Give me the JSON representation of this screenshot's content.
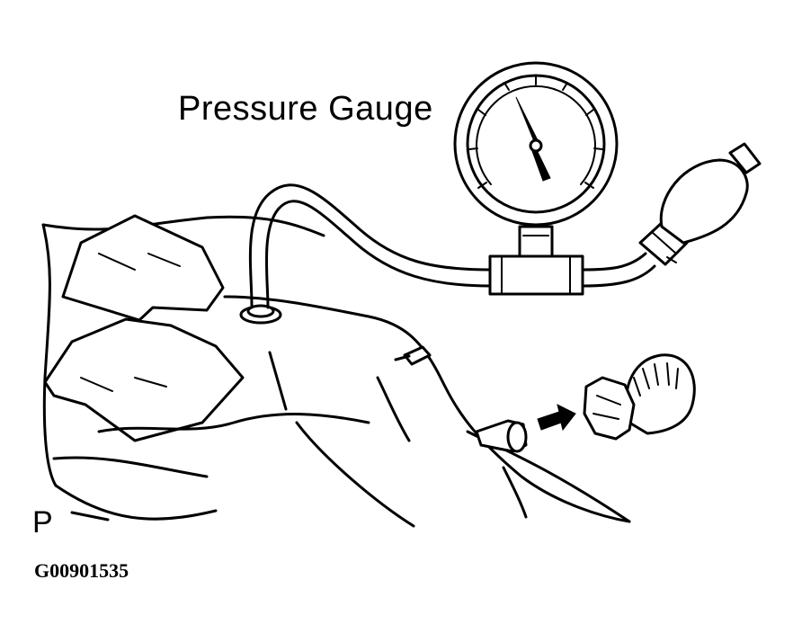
{
  "labels": {
    "gauge_label": "Pressure Gauge",
    "corner_mark": "P",
    "figure_code": "G00901535"
  },
  "icons": {
    "gauge": "pressure-gauge-icon",
    "bulb": "hand-pump-bulb-icon",
    "arrow": "arrow-right-icon",
    "cap": "cap-icon"
  },
  "colors": {
    "ink": "#000000",
    "paper": "#ffffff"
  }
}
